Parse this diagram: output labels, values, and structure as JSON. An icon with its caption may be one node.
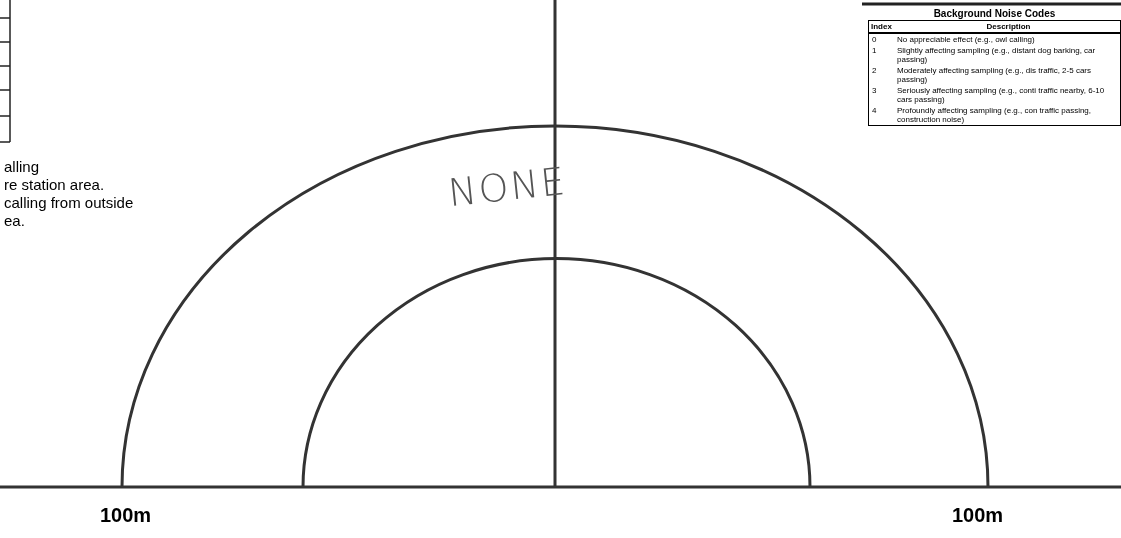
{
  "diagram": {
    "labels": [
      "Background Noise Codes",
      "Index",
      "Description",
      "0",
      "No appreciable effect (e.g., owl calling)",
      "1",
      "Slightly affecting sampling (e.g., distant dog barking, car passing)",
      "2",
      "Moderately affecting sampling (e.g., dis traffic, 2-5 cars passing)",
      "3",
      "Seriously affecting sampling (e.g., conti traffic nearby, 6-10 cars passing)",
      "4",
      "Profoundly affecting sampling (e.g., con traffic passing, construction noise)",
      "alling",
      "re station area.",
      "calling from outside",
      "ea.",
      "NONE",
      "100m",
      "100m"
    ]
  }
}
